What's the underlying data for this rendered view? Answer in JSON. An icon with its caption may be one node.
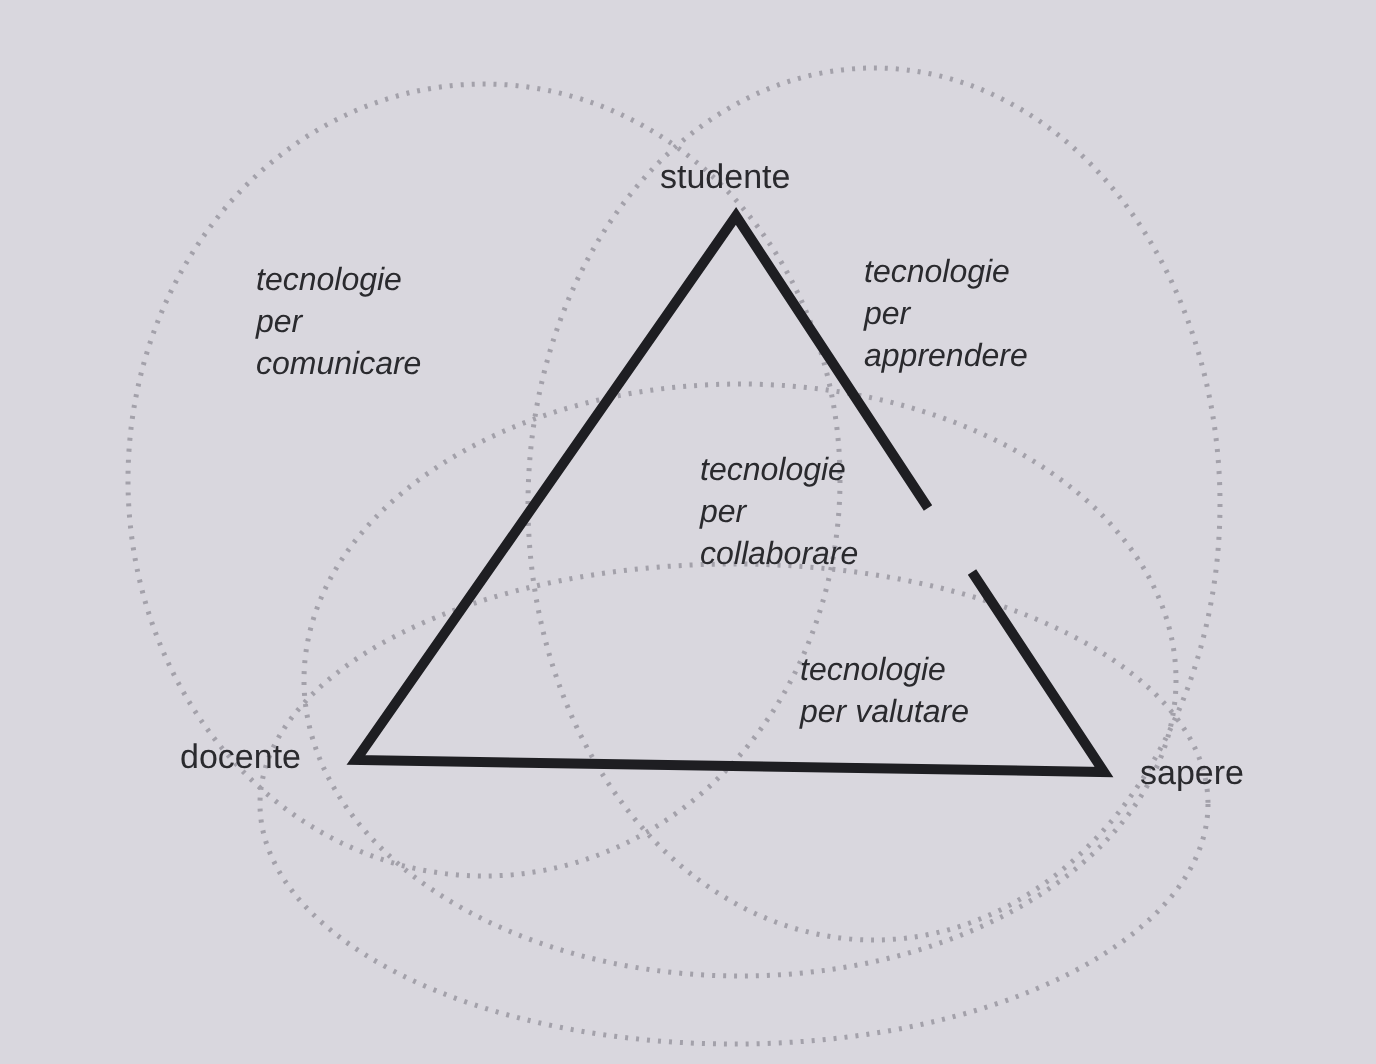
{
  "diagram": {
    "nodes": [
      {
        "text": [
          "tecnologie per comunicare"
        ]
      },
      {
        "text": [
          "tecnologie per apprendere"
        ]
      },
      {
        "text": [
          "tecnologie per collaborare"
        ]
      },
      {
        "text": [
          "tecnologie per valutare"
        ]
      }
    ],
    "labels": [
      "studente",
      "docente",
      "sapere"
    ]
  }
}
